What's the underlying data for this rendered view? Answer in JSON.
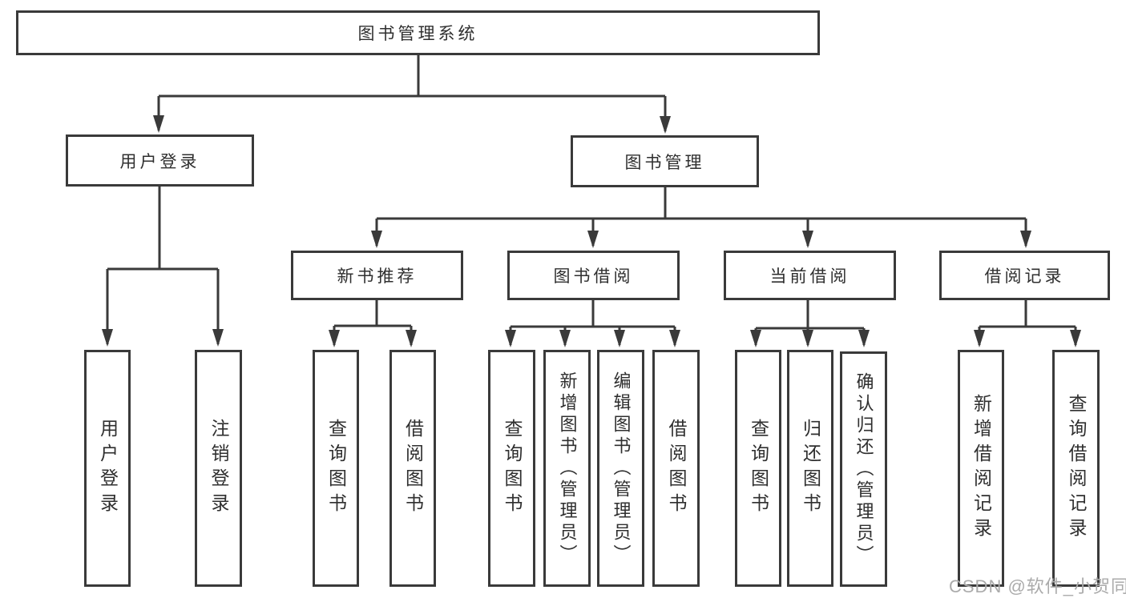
{
  "diagram_type": "hierarchy-diagram",
  "colors": {
    "line": "#3a3a3a",
    "text": "#2f2f2f",
    "watermark": "#ababab",
    "background": "#ffffff"
  },
  "watermark": {
    "text": "CSDN @软件_小贺同学"
  },
  "tree": {
    "label": "图书管理系统",
    "children": [
      {
        "label": "用户登录",
        "children": [
          {
            "label": "用户登录"
          },
          {
            "label": "注销登录"
          }
        ]
      },
      {
        "label": "图书管理",
        "children": [
          {
            "label": "新书推荐",
            "children": [
              {
                "label": "查询图书"
              },
              {
                "label": "借阅图书"
              }
            ]
          },
          {
            "label": "图书借阅",
            "children": [
              {
                "label": "查询图书"
              },
              {
                "label": "新增图书（管理员）"
              },
              {
                "label": "编辑图书（管理员）"
              },
              {
                "label": "借阅图书"
              }
            ]
          },
          {
            "label": "当前借阅",
            "children": [
              {
                "label": "查询图书"
              },
              {
                "label": "归还图书"
              },
              {
                "label": "确认归还（管理员）"
              }
            ]
          },
          {
            "label": "借阅记录",
            "children": [
              {
                "label": "新增借阅记录"
              },
              {
                "label": "查询借阅记录"
              }
            ]
          }
        ]
      }
    ]
  }
}
